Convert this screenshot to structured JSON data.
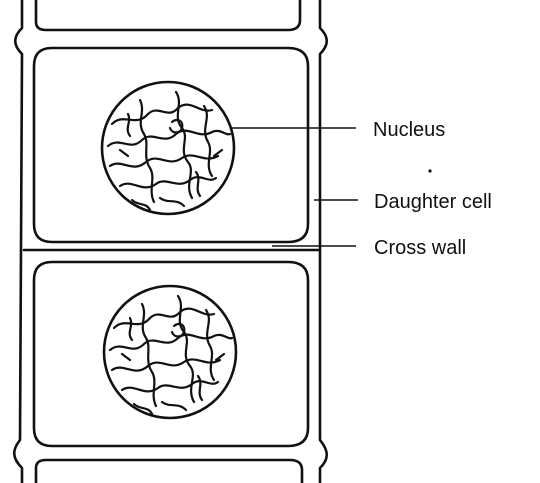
{
  "labels": {
    "nucleus": "Nucleus",
    "daughter_cell": "Daughter cell",
    "cross_wall": "Cross wall"
  }
}
